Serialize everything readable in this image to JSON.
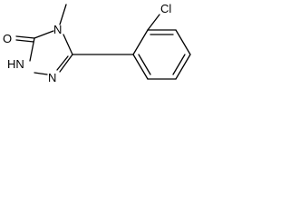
{
  "molecule": {
    "atom_labels": {
      "oxygen": "O",
      "nh": "HN",
      "n_methyl": "N",
      "n_ring": "N",
      "chlorine": "Cl"
    }
  }
}
